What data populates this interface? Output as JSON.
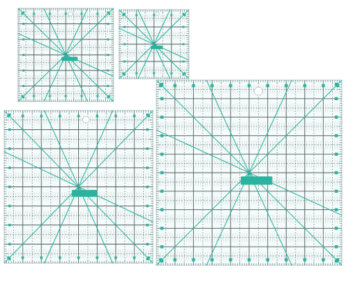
{
  "scene": {
    "subject": "quilting-rulers",
    "background_color": "#ffffff",
    "ruler_fill": "#f4fbfa",
    "accent_color": "#2bb3a0",
    "line_color": "#4a5a58",
    "tick_color": "#6b7776",
    "edge_color": "#a9c9c4",
    "rulers": [
      {
        "id": "ruler-small-top-left",
        "grid_divisions": 6
      },
      {
        "id": "ruler-tiny-top-center",
        "grid_divisions": 4
      },
      {
        "id": "ruler-medium-bottom-left",
        "grid_divisions": 8
      },
      {
        "id": "ruler-large-right",
        "grid_divisions": 10
      }
    ]
  }
}
